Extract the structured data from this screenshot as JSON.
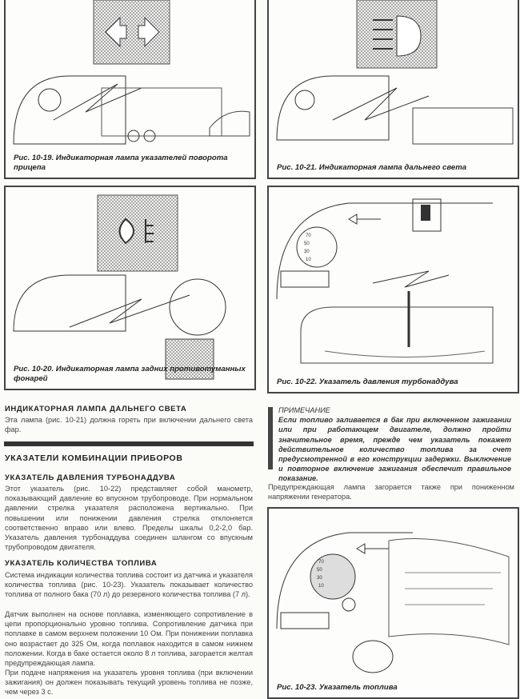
{
  "figures": [
    {
      "caption": "Рис. 10-19. Индикаторная лампа указателей поворота прицепа"
    },
    {
      "caption": "Рис. 10-21. Индикаторная лампа дальнего света"
    },
    {
      "caption": "Рис. 10-20. Индикаторная лампа задних противотуманных фонарей"
    },
    {
      "caption": "Рис. 10-22. Указатель давления турбонаддува",
      "gauge_labels": [
        "70",
        "50",
        "30",
        "10"
      ]
    },
    {
      "caption": "Рис. 10-23. Указатель топлива",
      "gauge_labels": [
        "70",
        "50",
        "30",
        "10"
      ]
    }
  ],
  "sections": {
    "high_beam": {
      "heading": "ИНДИКАТОРНАЯ ЛАМПА ДАЛЬНЕГО СВЕТА",
      "text": "Эта лампа (рис. 10-21) должна гореть при включении дальнего света фар."
    },
    "instruments": {
      "heading": "УКАЗАТЕЛИ КОМБИНАЦИИ ПРИБОРОВ"
    },
    "boost": {
      "heading": "УКАЗАТЕЛЬ ДАВЛЕНИЯ ТУРБОНАДДУВА",
      "text": "Этот указатель (рис. 10-22) представляет собой манометр, показывающий давление во впускном трубопроводе. При нормальном давлении стрелка указателя расположена вертикально. При повышении или понижении давления стрелка отклоняется соответственно вправо или влево. Пределы шкалы 0,2-2,0 бар. Указатель давления турбонаддува соединен шлангом со впускным трубопроводом двигателя."
    },
    "fuel": {
      "heading": "УКАЗАТЕЛЬ КОЛИЧЕСТВА ТОПЛИВА",
      "p1": "Система индикации количества топлива состоит из датчика и указателя количества топлива (рис. 10-23). Указатель показывает количество топлива от полного бака (70 л) до резервного количества топлива (7 л).",
      "p2": "Датчик выполнен на основе поплавка, изменяющего сопротивление в цепи пропорционально уровню топлива. Сопротивление датчика при поплавке в самом верхнем положении 10 Ом. При понижении поплавка оно возрастает до 325 Ом, когда поплавок находится в самом нижнем положении. Когда в баке остается около 8 л топлива, загорается желтая предупреждающая лампа.",
      "p3": "При подаче напряжения на указатель уровня топлива (при включении зажигания) он должен показывать текущий уровень топлива не позже, чем через 3 с."
    },
    "note": {
      "title": "ПРИМЕЧАНИЕ",
      "text": "Если топливо заливается в бак при включенном зажигании или при работающем двигателе, должно пройти значительное время, прежде чем указатель покажет действительное количество топлива за счет предусмотренной в его конструкции задержки. Выключение и повторное включение зажигания обеспечит правильное показание."
    },
    "warning": {
      "text": "Предупреждающая лампа загорается также при пониженном напряжении генератора."
    }
  }
}
